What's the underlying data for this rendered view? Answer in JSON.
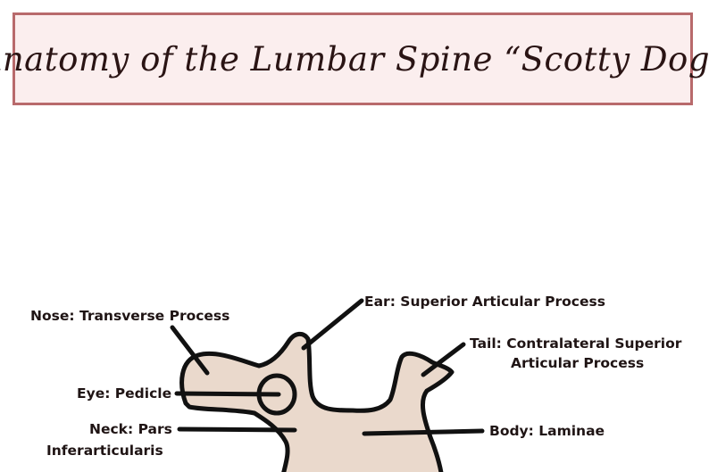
{
  "title": "Anatomy of the Lumbar Spine “Scotty Dog”",
  "colors": {
    "title_border": "#b86a6c",
    "title_background": "#fbeeee",
    "bone_fill": "#ead9cc",
    "outline": "#111111"
  },
  "labels": {
    "ear": "Ear: Superior Articular Process",
    "nose": "Nose: Transverse Process",
    "tail_line1": "Tail: Contralateral Superior",
    "tail_line2": "Articular Process",
    "eye": "Eye: Pedicle",
    "neck_line1": "Neck: Pars",
    "neck_line2": "Inferarticularis",
    "body": "Body: Laminae"
  }
}
